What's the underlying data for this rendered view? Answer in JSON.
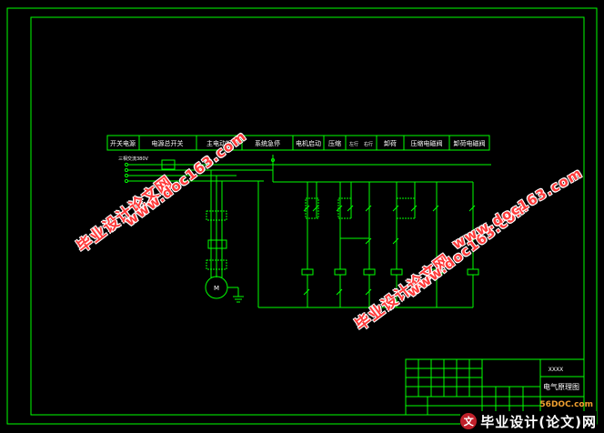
{
  "drawing": {
    "header_cells": [
      "开关电源",
      "电源总开关",
      "主电动机",
      "系统急停",
      "电机启动",
      "压缩",
      "左行",
      "右行",
      "卸荷",
      "压缩电磁阀",
      "卸荷电磁阀"
    ],
    "supply_label": "三相交流380V",
    "motor_label": "M",
    "title_block": {
      "project": "XXXX",
      "drawing_name": "电气原理图"
    }
  },
  "watermarks": {
    "cn_text": "毕业设计论文网",
    "url_text": "www.doc163.com"
  },
  "logo": {
    "site": "56DOC.com",
    "name": "毕业设计(论文)网",
    "badge": "文"
  },
  "colors": {
    "frame": "#00ff00",
    "circuit": "#00ff00",
    "text": "#ffffff",
    "watermark": "#ff3a3a"
  }
}
